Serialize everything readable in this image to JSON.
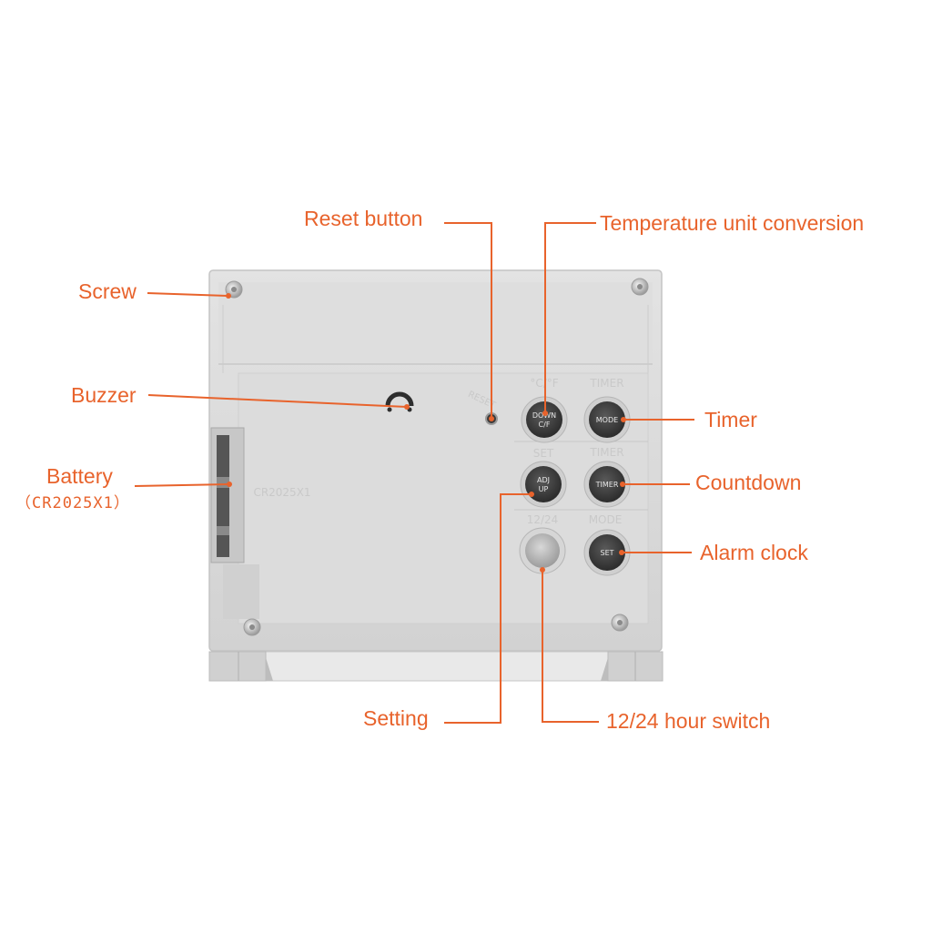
{
  "labels": {
    "reset": "Reset button",
    "temperature": "Temperature unit conversion",
    "screw": "Screw",
    "buzzer": "Buzzer",
    "timer": "Timer",
    "battery": "Battery",
    "battery_model": "（CR2025X1）",
    "countdown": "Countdown",
    "alarm": "Alarm clock",
    "setting": "Setting",
    "hour_switch": "12/24 hour switch"
  },
  "device": {
    "buttons": {
      "down": [
        "DOWN",
        "C/F"
      ],
      "mode": "MODE",
      "adj": [
        "ADJ",
        "UP"
      ],
      "timer": "TIMER",
      "set": "SET"
    },
    "embossed": {
      "cf": "°C/°F",
      "timer_top": "TIMER",
      "set": "SET",
      "timer_mid": "TIMER",
      "hour": "12/24",
      "mode": "MODE",
      "reset": "RESET",
      "battery_text": "CR2025X1"
    }
  },
  "colors": {
    "accent": "#e8632c",
    "body": "#d9d9d9",
    "button": "#3a3a3a"
  }
}
